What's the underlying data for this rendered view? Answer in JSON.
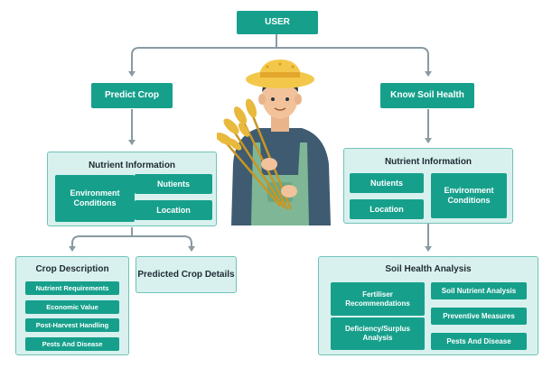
{
  "root": {
    "label": "USER"
  },
  "left_branch": {
    "label": "Predict Crop",
    "nutrient_panel": {
      "title": "Nutrient Information",
      "items": [
        "Environment Conditions",
        "Nutients",
        "Location"
      ]
    },
    "crop_description": {
      "title": "Crop Description",
      "items": [
        "Nutrient Requirements",
        "Economic Value",
        "Post-Harvest Handling",
        "Pests And Disease"
      ]
    },
    "predicted_details": {
      "label": "Predicted Crop Details"
    }
  },
  "right_branch": {
    "label": "Know Soil Health",
    "nutrient_panel": {
      "title": "Nutrient Information",
      "items": [
        "Nutients",
        "Environment Conditions",
        "Location"
      ]
    },
    "soil_analysis": {
      "title": "Soil Health Analysis",
      "items": [
        "Fertiliser Recommendations",
        "Soil Nutrient Analysis",
        "Preventive Measures",
        "Deficiency/Surplus Analysis",
        "Pests And Disease"
      ]
    }
  },
  "illustration": {
    "icon": "farmer-holding-wheat-icon"
  },
  "colors": {
    "node_fill": "#16a08c",
    "panel_fill": "#d8f1ee",
    "panel_border": "#71c3b8",
    "connector": "#8a9aa3"
  }
}
